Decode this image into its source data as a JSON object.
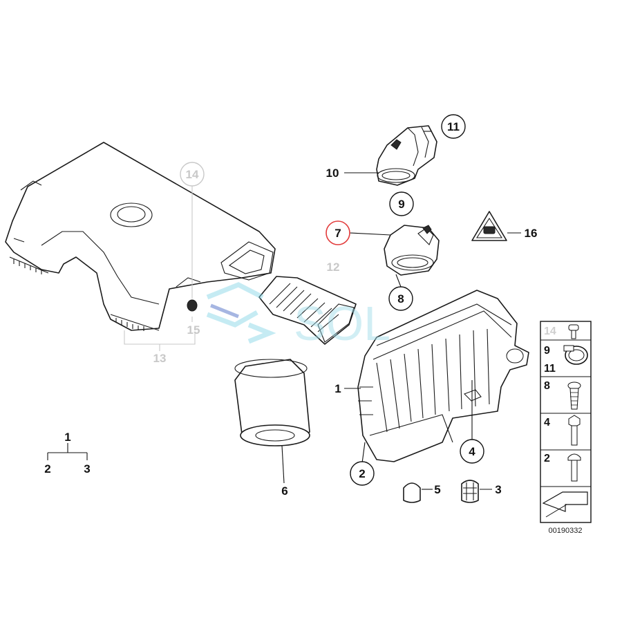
{
  "callouts": {
    "c1": "1",
    "c2": "2",
    "c3": "3",
    "c4": "4",
    "c5": "5",
    "c6": "6",
    "c7": "7",
    "c8": "8",
    "c9": "9",
    "c10": "10",
    "c11": "11",
    "c12": "12",
    "c13": "13",
    "c14": "14",
    "c15": "15",
    "c16": "16"
  },
  "tree": {
    "root": "1",
    "left": "2",
    "right": "3"
  },
  "side_panel": {
    "r14": "14",
    "r9": "9",
    "r11": "11",
    "r8": "8",
    "r4": "4",
    "r2": "2"
  },
  "diagram_code": "00190332",
  "watermark": {
    "text": "SOL"
  },
  "colors": {
    "highlight": "#e23b3b",
    "inactive_label": "#c8c8c8",
    "watermark_light": "#7fd3e6",
    "watermark_dark": "#3b5fc0"
  }
}
